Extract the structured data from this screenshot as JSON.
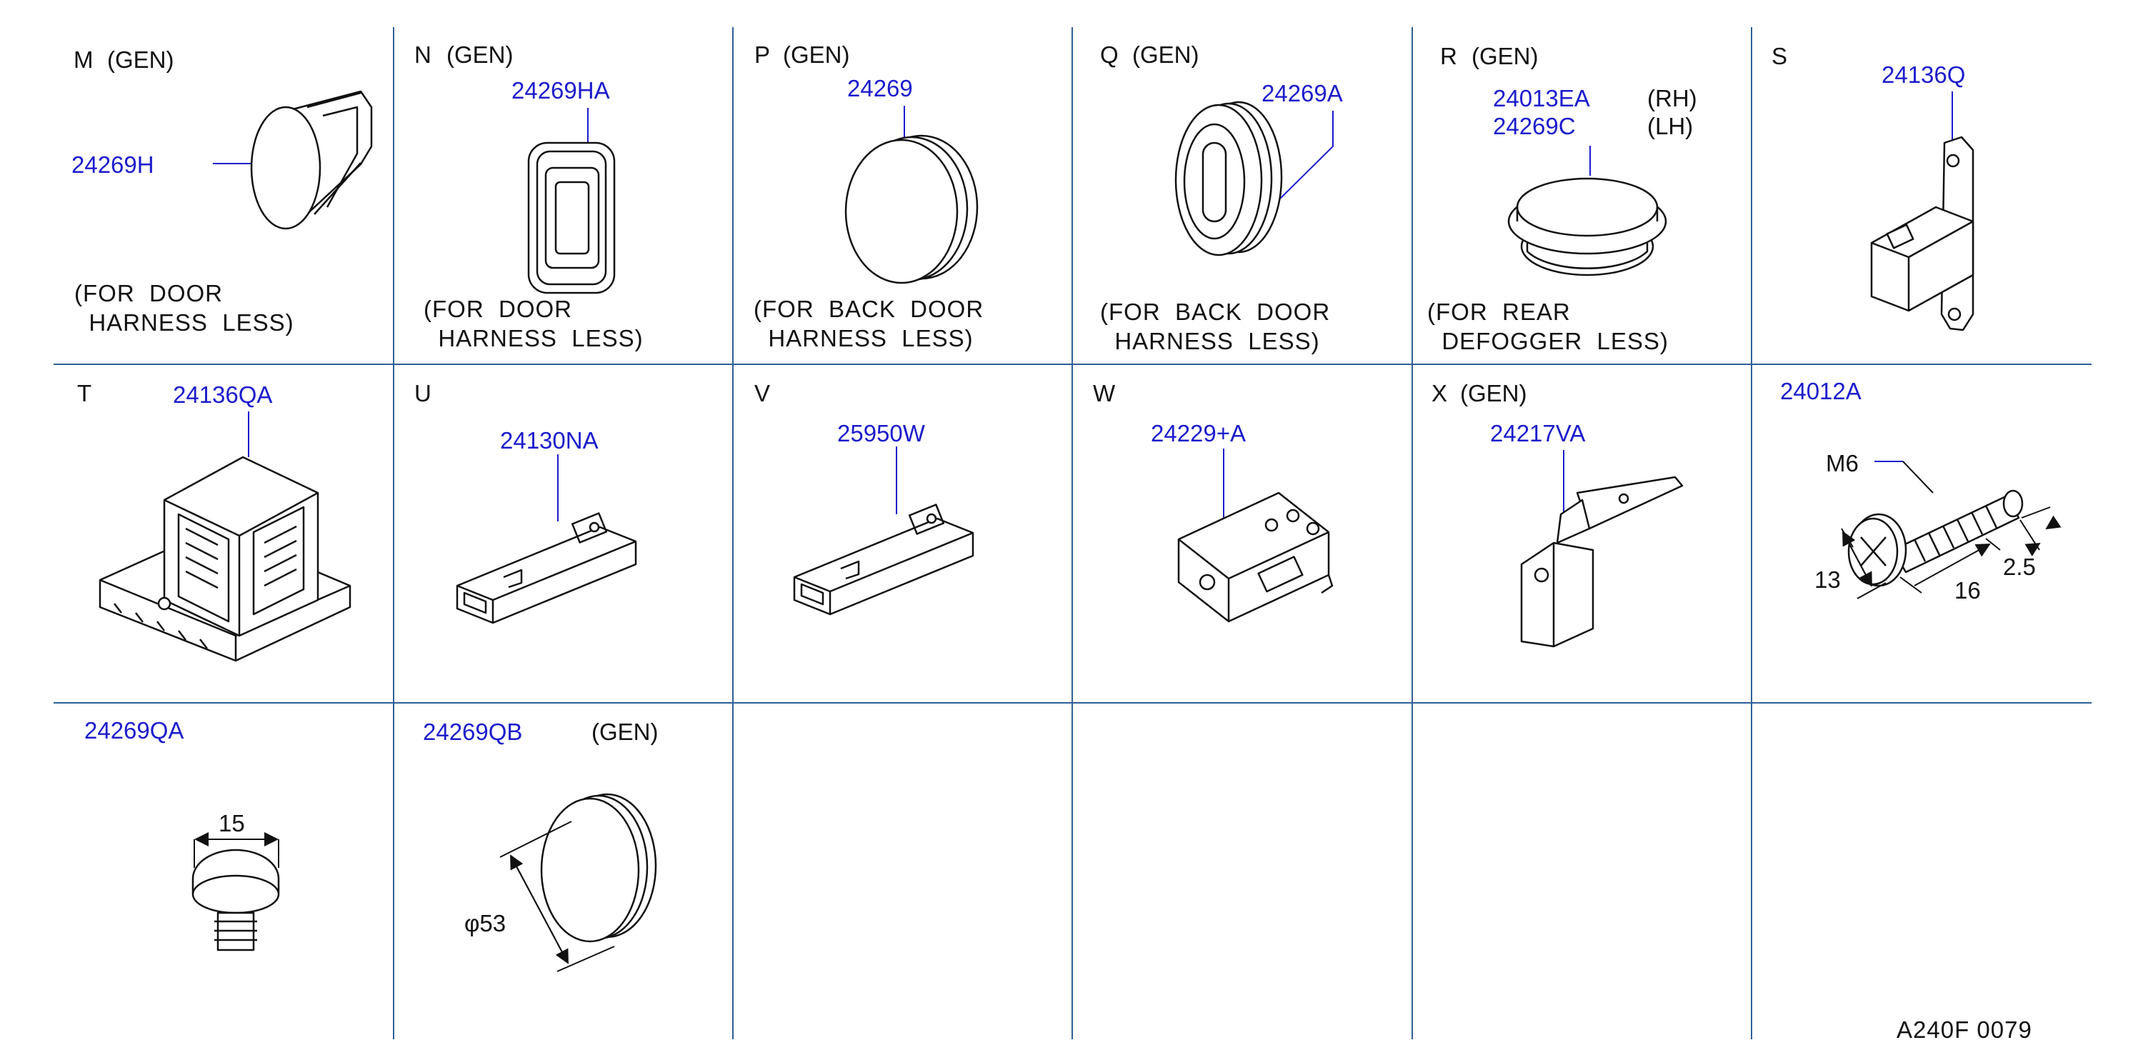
{
  "drawing_ref": "A240F  0079",
  "cells": [
    {
      "id": "M",
      "letter": "M",
      "gen": "(GEN)",
      "pn1": "24269H",
      "note": "(FOR  DOOR\n  HARNESS  LESS)"
    },
    {
      "id": "N",
      "letter": "N",
      "gen": "(GEN)",
      "pn1": "24269HA",
      "note": "(FOR  DOOR\n  HARNESS  LESS)"
    },
    {
      "id": "P",
      "letter": "P",
      "gen": "(GEN)",
      "pn1": "24269",
      "note": "(FOR  BACK  DOOR\n  HARNESS  LESS)"
    },
    {
      "id": "Q",
      "letter": "Q",
      "gen": "(GEN)",
      "pn1": "24269A",
      "note": "(FOR  BACK  DOOR\n  HARNESS  LESS)"
    },
    {
      "id": "R",
      "letter": "R",
      "gen": "(GEN)",
      "pn1": "24013EA",
      "side1": "(RH)",
      "pn2": "24269C",
      "side2": "(LH)",
      "note": "(FOR  REAR\n  DEFOGGER  LESS)"
    },
    {
      "id": "S",
      "letter": "S",
      "pn1": "24136Q"
    },
    {
      "id": "T",
      "letter": "T",
      "pn1": "24136QA"
    },
    {
      "id": "U",
      "letter": "U",
      "pn1": "24130NA"
    },
    {
      "id": "V",
      "letter": "V",
      "pn1": "25950W"
    },
    {
      "id": "W",
      "letter": "W",
      "pn1": "24229+A"
    },
    {
      "id": "X",
      "letter": "X",
      "gen": "(GEN)",
      "pn1": "24217VA"
    },
    {
      "id": "BOLT",
      "pn1": "24012A",
      "thread": "M6",
      "dim_head": "13",
      "dim_len": "16",
      "dim_pitch": "2.5"
    },
    {
      "id": "QA",
      "pn1": "24269QA",
      "dim_width": "15"
    },
    {
      "id": "QB",
      "pn1": "24269QB",
      "gen": "(GEN)",
      "dim_dia": "φ53"
    }
  ]
}
